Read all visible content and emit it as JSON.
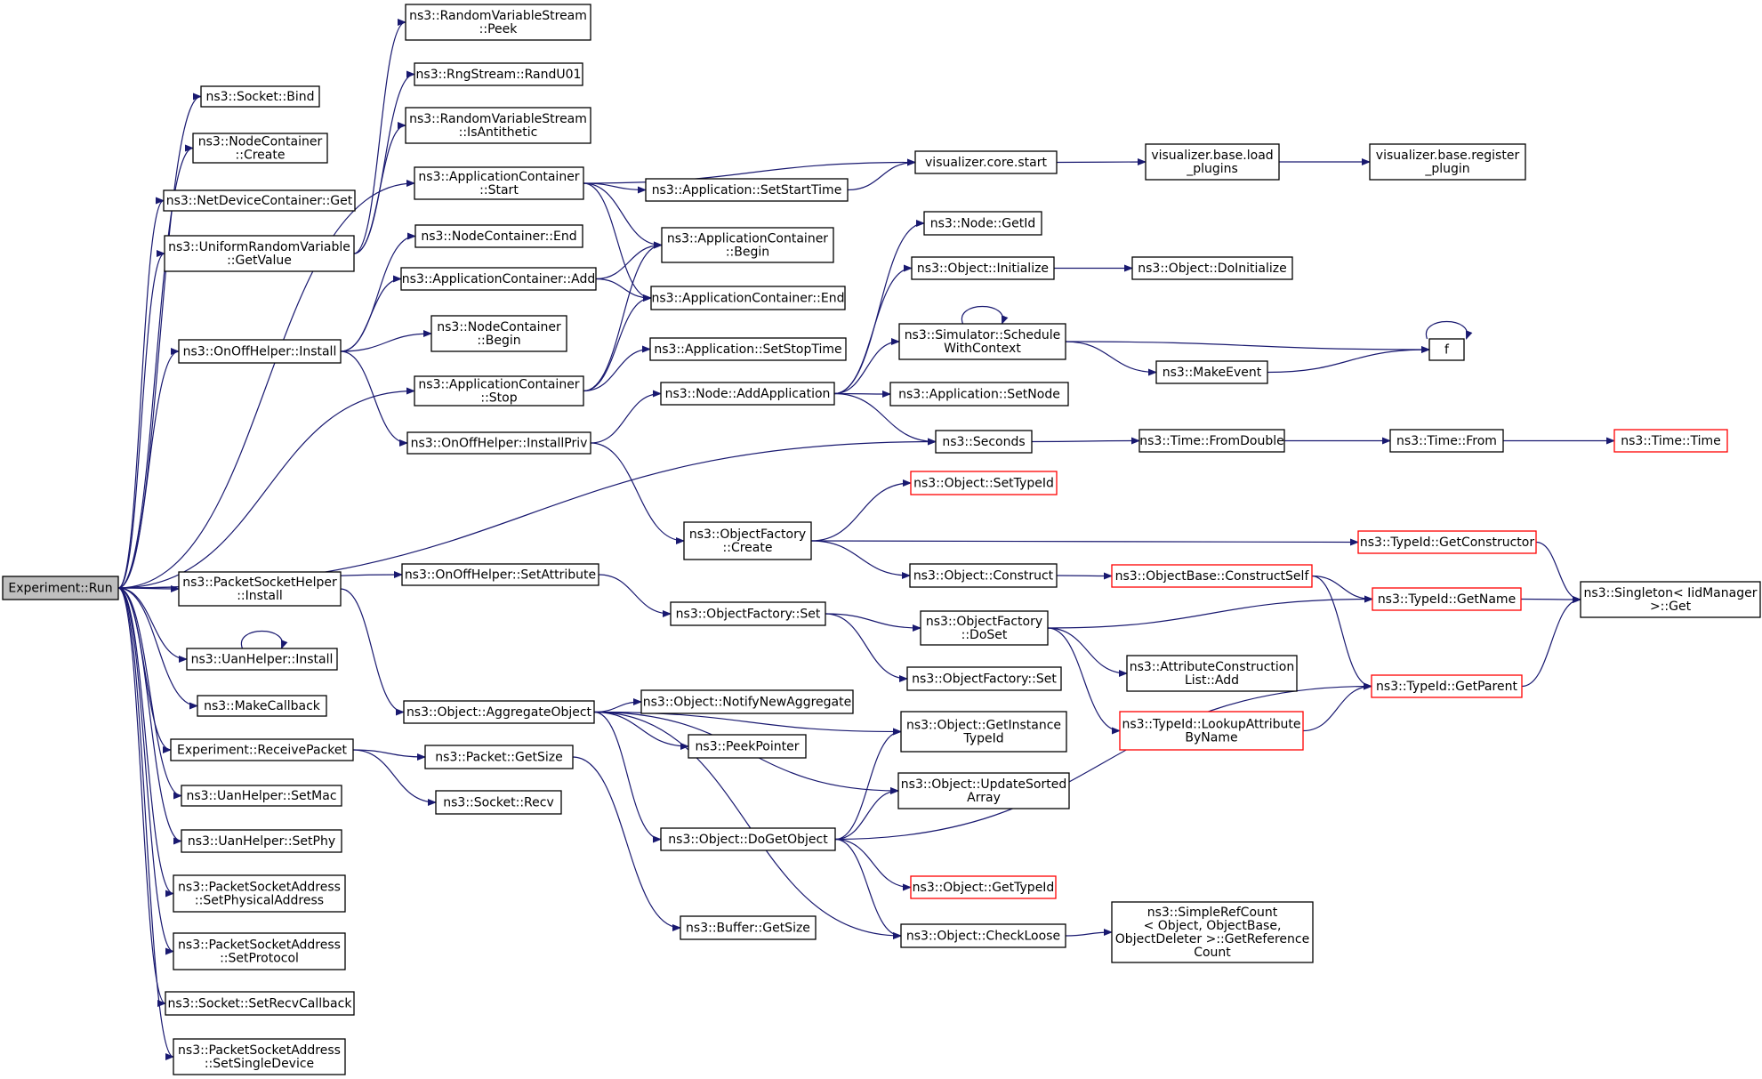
{
  "colors": {
    "edge": "#191970",
    "node_border": "#000000",
    "node_border_incomplete": "#ff0000",
    "root_fill": "#bfbfbf",
    "node_fill": "#ffffff"
  },
  "graph": {
    "root": "run",
    "nodes": [
      {
        "id": "run",
        "lines": [
          "Experiment::Run"
        ],
        "root": true
      },
      {
        "id": "bind",
        "lines": [
          "ns3::Socket::Bind"
        ]
      },
      {
        "id": "ncCreate",
        "lines": [
          "ns3::NodeContainer",
          "::Create"
        ]
      },
      {
        "id": "ndcGet",
        "lines": [
          "ns3::NetDeviceContainer::Get"
        ]
      },
      {
        "id": "urvGetValue",
        "lines": [
          "ns3::UniformRandomVariable",
          "::GetValue"
        ]
      },
      {
        "id": "ooInstall",
        "lines": [
          "ns3::OnOffHelper::Install"
        ]
      },
      {
        "id": "acStop",
        "lines": [
          "ns3::ApplicationContainer",
          "::Stop"
        ]
      },
      {
        "id": "ooInstallPriv",
        "lines": [
          "ns3::OnOffHelper::InstallPriv"
        ]
      },
      {
        "id": "ooSetAttr",
        "lines": [
          "ns3::OnOffHelper::SetAttribute"
        ]
      },
      {
        "id": "psInstall",
        "lines": [
          "ns3::PacketSocketHelper",
          "::Install"
        ]
      },
      {
        "id": "uanInstall",
        "lines": [
          "ns3::UanHelper::Install"
        ]
      },
      {
        "id": "makeCallback",
        "lines": [
          "ns3::MakeCallback"
        ]
      },
      {
        "id": "recvPacket",
        "lines": [
          "Experiment::ReceivePacket"
        ]
      },
      {
        "id": "setMac",
        "lines": [
          "ns3::UanHelper::SetMac"
        ]
      },
      {
        "id": "setPhy",
        "lines": [
          "ns3::UanHelper::SetPhy"
        ]
      },
      {
        "id": "setPhysAddr",
        "lines": [
          "ns3::PacketSocketAddress",
          "::SetPhysicalAddress"
        ]
      },
      {
        "id": "setProto",
        "lines": [
          "ns3::PacketSocketAddress",
          "::SetProtocol"
        ]
      },
      {
        "id": "setRecvCb",
        "lines": [
          "ns3::Socket::SetRecvCallback"
        ]
      },
      {
        "id": "setSingleDev",
        "lines": [
          "ns3::PacketSocketAddress",
          "::SetSingleDevice"
        ]
      },
      {
        "id": "rvsPeek",
        "lines": [
          "ns3::RandomVariableStream",
          "::Peek"
        ]
      },
      {
        "id": "randU01",
        "lines": [
          "ns3::RngStream::RandU01"
        ]
      },
      {
        "id": "isAnti",
        "lines": [
          "ns3::RandomVariableStream",
          "::IsAntithetic"
        ]
      },
      {
        "id": "acStart",
        "lines": [
          "ns3::ApplicationContainer",
          "::Start"
        ]
      },
      {
        "id": "ncEnd",
        "lines": [
          "ns3::NodeContainer::End"
        ]
      },
      {
        "id": "acAdd",
        "lines": [
          "ns3::ApplicationContainer::Add"
        ]
      },
      {
        "id": "ncBegin",
        "lines": [
          "ns3::NodeContainer",
          "::Begin"
        ]
      },
      {
        "id": "aggObj",
        "lines": [
          "ns3::Object::AggregateObject"
        ]
      },
      {
        "id": "pktGetSize",
        "lines": [
          "ns3::Packet::GetSize"
        ]
      },
      {
        "id": "sockRecv",
        "lines": [
          "ns3::Socket::Recv"
        ]
      },
      {
        "id": "appSetStart",
        "lines": [
          "ns3::Application::SetStartTime"
        ]
      },
      {
        "id": "acBegin",
        "lines": [
          "ns3::ApplicationContainer",
          "::Begin"
        ]
      },
      {
        "id": "acEnd",
        "lines": [
          "ns3::ApplicationContainer::End"
        ]
      },
      {
        "id": "appSetStop",
        "lines": [
          "ns3::Application::SetStopTime"
        ]
      },
      {
        "id": "nodeAddApp",
        "lines": [
          "ns3::Node::AddApplication"
        ]
      },
      {
        "id": "ofCreate",
        "lines": [
          "ns3::ObjectFactory",
          "::Create"
        ]
      },
      {
        "id": "ofSet",
        "lines": [
          "ns3::ObjectFactory::Set"
        ]
      },
      {
        "id": "notifyAgg",
        "lines": [
          "ns3::Object::NotifyNewAggregate"
        ]
      },
      {
        "id": "peekPtr",
        "lines": [
          "ns3::PeekPointer"
        ]
      },
      {
        "id": "doGetObj",
        "lines": [
          "ns3::Object::DoGetObject"
        ]
      },
      {
        "id": "bufGetSize",
        "lines": [
          "ns3::Buffer::GetSize"
        ]
      },
      {
        "id": "vizStart",
        "lines": [
          "visualizer.core.start"
        ]
      },
      {
        "id": "nodeGetId",
        "lines": [
          "ns3::Node::GetId"
        ]
      },
      {
        "id": "objInit",
        "lines": [
          "ns3::Object::Initialize"
        ]
      },
      {
        "id": "simSched",
        "lines": [
          "ns3::Simulator::Schedule",
          "WithContext"
        ]
      },
      {
        "id": "appSetNode",
        "lines": [
          "ns3::Application::SetNode"
        ]
      },
      {
        "id": "seconds",
        "lines": [
          "ns3::Seconds"
        ]
      },
      {
        "id": "objSetTypeId",
        "lines": [
          "ns3::Object::SetTypeId"
        ],
        "incomplete": true
      },
      {
        "id": "objConstruct",
        "lines": [
          "ns3::Object::Construct"
        ]
      },
      {
        "id": "ofDoSet",
        "lines": [
          "ns3::ObjectFactory",
          "::DoSet"
        ]
      },
      {
        "id": "ofSet2",
        "lines": [
          "ns3::ObjectFactory::Set"
        ]
      },
      {
        "id": "getInstTid",
        "lines": [
          "ns3::Object::GetInstance",
          "TypeId"
        ]
      },
      {
        "id": "updSorted",
        "lines": [
          "ns3::Object::UpdateSorted",
          "Array"
        ]
      },
      {
        "id": "objGetTypeId",
        "lines": [
          "ns3::Object::GetTypeId"
        ],
        "incomplete": true
      },
      {
        "id": "checkLoose",
        "lines": [
          "ns3::Object::CheckLoose"
        ]
      },
      {
        "id": "vizLoad",
        "lines": [
          "visualizer.base.load",
          "_plugins"
        ]
      },
      {
        "id": "doInit",
        "lines": [
          "ns3::Object::DoInitialize"
        ]
      },
      {
        "id": "makeEvent",
        "lines": [
          "ns3::MakeEvent"
        ]
      },
      {
        "id": "timeFromDouble",
        "lines": [
          "ns3::Time::FromDouble"
        ]
      },
      {
        "id": "objBaseCS",
        "lines": [
          "ns3::ObjectBase::ConstructSelf"
        ],
        "incomplete": true
      },
      {
        "id": "attrAdd",
        "lines": [
          "ns3::AttributeConstruction",
          "List::Add"
        ]
      },
      {
        "id": "lookupAttr",
        "lines": [
          "ns3::TypeId::LookupAttribute",
          "ByName"
        ],
        "incomplete": true
      },
      {
        "id": "simpleRef",
        "lines": [
          "ns3::SimpleRefCount",
          "< Object, ObjectBase,",
          " ObjectDeleter >::GetReference",
          "Count"
        ]
      },
      {
        "id": "vizReg",
        "lines": [
          "visualizer.base.register",
          "_plugin"
        ]
      },
      {
        "id": "f",
        "lines": [
          "f"
        ]
      },
      {
        "id": "timeFrom",
        "lines": [
          "ns3::Time::From"
        ]
      },
      {
        "id": "tidGetCtor",
        "lines": [
          "ns3::TypeId::GetConstructor"
        ],
        "incomplete": true
      },
      {
        "id": "tidGetName",
        "lines": [
          "ns3::TypeId::GetName"
        ],
        "incomplete": true
      },
      {
        "id": "tidGetParent",
        "lines": [
          "ns3::TypeId::GetParent"
        ],
        "incomplete": true
      },
      {
        "id": "timeTime",
        "lines": [
          "ns3::Time::Time"
        ],
        "incomplete": true
      },
      {
        "id": "singleton",
        "lines": [
          "ns3::Singleton< IidManager",
          " >::Get"
        ]
      }
    ],
    "edges": [
      [
        "run",
        "bind"
      ],
      [
        "run",
        "ncCreate"
      ],
      [
        "run",
        "ndcGet"
      ],
      [
        "run",
        "urvGetValue"
      ],
      [
        "run",
        "ooInstall"
      ],
      [
        "run",
        "acStop"
      ],
      [
        "run",
        "acStart"
      ],
      [
        "run",
        "seconds"
      ],
      [
        "run",
        "ooSetAttr"
      ],
      [
        "run",
        "psInstall"
      ],
      [
        "run",
        "uanInstall"
      ],
      [
        "run",
        "makeCallback"
      ],
      [
        "run",
        "recvPacket"
      ],
      [
        "run",
        "setMac"
      ],
      [
        "run",
        "setPhy"
      ],
      [
        "run",
        "setPhysAddr"
      ],
      [
        "run",
        "setProto"
      ],
      [
        "run",
        "setRecvCb"
      ],
      [
        "run",
        "setSingleDev"
      ],
      [
        "urvGetValue",
        "rvsPeek"
      ],
      [
        "urvGetValue",
        "randU01"
      ],
      [
        "urvGetValue",
        "isAnti"
      ],
      [
        "ooInstall",
        "ncEnd"
      ],
      [
        "ooInstall",
        "acAdd"
      ],
      [
        "ooInstall",
        "ncBegin"
      ],
      [
        "ooInstall",
        "ooInstallPriv"
      ],
      [
        "acStart",
        "vizStart"
      ],
      [
        "acStart",
        "appSetStart"
      ],
      [
        "acStart",
        "acBegin"
      ],
      [
        "acStart",
        "acEnd"
      ],
      [
        "acAdd",
        "acBegin"
      ],
      [
        "acAdd",
        "acEnd"
      ],
      [
        "acStop",
        "acBegin"
      ],
      [
        "acStop",
        "acEnd"
      ],
      [
        "acStop",
        "appSetStop"
      ],
      [
        "ooInstallPriv",
        "nodeAddApp"
      ],
      [
        "ooInstallPriv",
        "ofCreate"
      ],
      [
        "ooSetAttr",
        "ofSet"
      ],
      [
        "psInstall",
        "aggObj"
      ],
      [
        "uanInstall",
        "uanInstall"
      ],
      [
        "recvPacket",
        "pktGetSize"
      ],
      [
        "recvPacket",
        "sockRecv"
      ],
      [
        "pktGetSize",
        "bufGetSize"
      ],
      [
        "aggObj",
        "notifyAgg"
      ],
      [
        "aggObj",
        "peekPtr"
      ],
      [
        "aggObj",
        "getInstTid"
      ],
      [
        "aggObj",
        "updSorted"
      ],
      [
        "aggObj",
        "doGetObj"
      ],
      [
        "aggObj",
        "checkLoose"
      ],
      [
        "appSetStart",
        "vizStart"
      ],
      [
        "nodeAddApp",
        "nodeGetId"
      ],
      [
        "nodeAddApp",
        "objInit"
      ],
      [
        "nodeAddApp",
        "simSched"
      ],
      [
        "nodeAddApp",
        "appSetNode"
      ],
      [
        "nodeAddApp",
        "seconds"
      ],
      [
        "ofCreate",
        "objSetTypeId"
      ],
      [
        "ofCreate",
        "tidGetCtor"
      ],
      [
        "ofCreate",
        "objConstruct"
      ],
      [
        "ofSet",
        "ofDoSet"
      ],
      [
        "ofSet",
        "ofSet2"
      ],
      [
        "doGetObj",
        "getInstTid"
      ],
      [
        "doGetObj",
        "updSorted"
      ],
      [
        "doGetObj",
        "tidGetParent"
      ],
      [
        "doGetObj",
        "objGetTypeId"
      ],
      [
        "doGetObj",
        "checkLoose"
      ],
      [
        "vizStart",
        "vizLoad"
      ],
      [
        "vizLoad",
        "vizReg"
      ],
      [
        "objInit",
        "doInit"
      ],
      [
        "simSched",
        "simSched"
      ],
      [
        "simSched",
        "f"
      ],
      [
        "simSched",
        "makeEvent"
      ],
      [
        "makeEvent",
        "f"
      ],
      [
        "f",
        "f"
      ],
      [
        "seconds",
        "timeFromDouble"
      ],
      [
        "timeFromDouble",
        "timeFrom"
      ],
      [
        "timeFrom",
        "timeTime"
      ],
      [
        "objConstruct",
        "objBaseCS"
      ],
      [
        "objBaseCS",
        "tidGetName"
      ],
      [
        "objBaseCS",
        "tidGetParent"
      ],
      [
        "ofDoSet",
        "tidGetName"
      ],
      [
        "ofDoSet",
        "attrAdd"
      ],
      [
        "ofDoSet",
        "lookupAttr"
      ],
      [
        "lookupAttr",
        "tidGetParent"
      ],
      [
        "checkLoose",
        "simpleRef"
      ],
      [
        "tidGetCtor",
        "singleton"
      ],
      [
        "tidGetName",
        "singleton"
      ],
      [
        "tidGetParent",
        "singleton"
      ]
    ]
  }
}
